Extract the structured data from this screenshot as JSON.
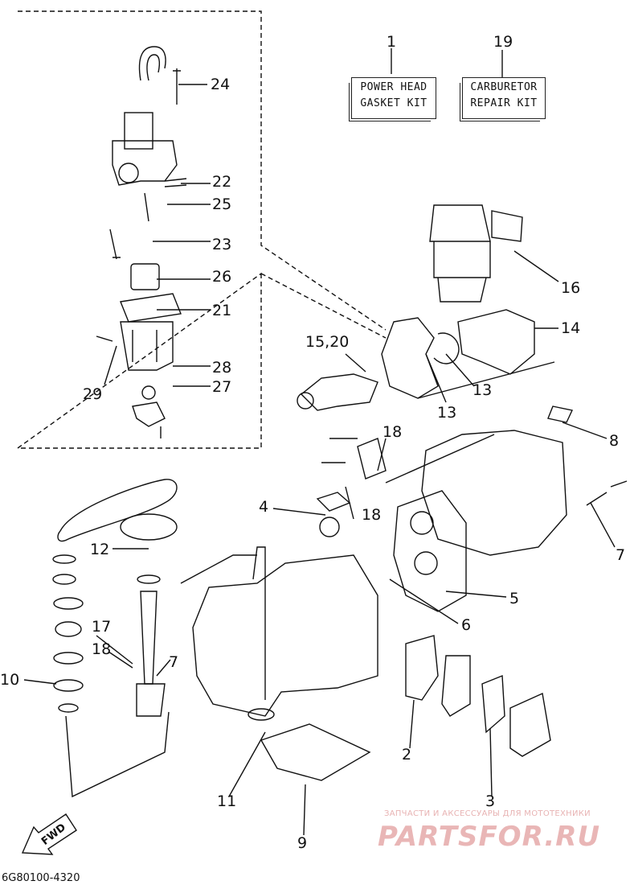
{
  "kits": {
    "power_head": {
      "line1": "POWER HEAD",
      "line2": "GASKET KIT"
    },
    "carburetor": {
      "line1": "CARBURETOR",
      "line2": "REPAIR KIT"
    }
  },
  "callouts": {
    "c1": "1",
    "c19": "19",
    "c24": "24",
    "c22": "22",
    "c25": "25",
    "c23": "23",
    "c26": "26",
    "c21": "21",
    "c28": "28",
    "c27": "27",
    "c29": "29",
    "c16": "16",
    "c14": "14",
    "c15_20": "15,20",
    "c13a": "13",
    "c13b": "13",
    "c18a": "18",
    "c8": "8",
    "c4": "4",
    "c18b": "18",
    "c7a": "7",
    "c12": "12",
    "c5": "5",
    "c6": "6",
    "c17": "17",
    "c18c": "18",
    "c7b": "7",
    "c10": "10",
    "c2": "2",
    "c3": "3",
    "c11": "11",
    "c9": "9"
  },
  "fwd_label": "FWD",
  "part_number": "6G80100-4320",
  "watermark": {
    "tagline": "ЗАПЧАСТИ И АКСЕССУАРЫ ДЛЯ МОТОТЕХНИКИ",
    "logo": "PARTSFOR.RU"
  }
}
